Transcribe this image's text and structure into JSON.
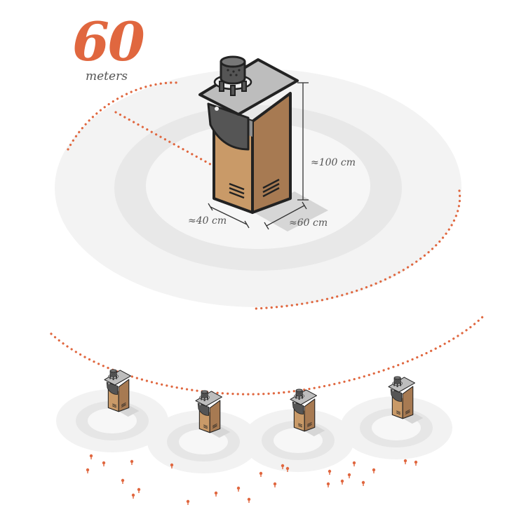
{
  "range": {
    "value": "60",
    "unit": "meters"
  },
  "dimensions": {
    "height": "≈100 cm",
    "width": "≈40 cm",
    "depth": "≈60 cm"
  },
  "colors": {
    "accent": "#e0673f",
    "wood": "#c99a68",
    "wood_dark": "#a77a52",
    "lid": "#bdbdbd",
    "speaker": "#555555",
    "ring": "#ededed"
  },
  "illustration": {
    "main_unit": "speaker-box",
    "row_units": 4
  }
}
